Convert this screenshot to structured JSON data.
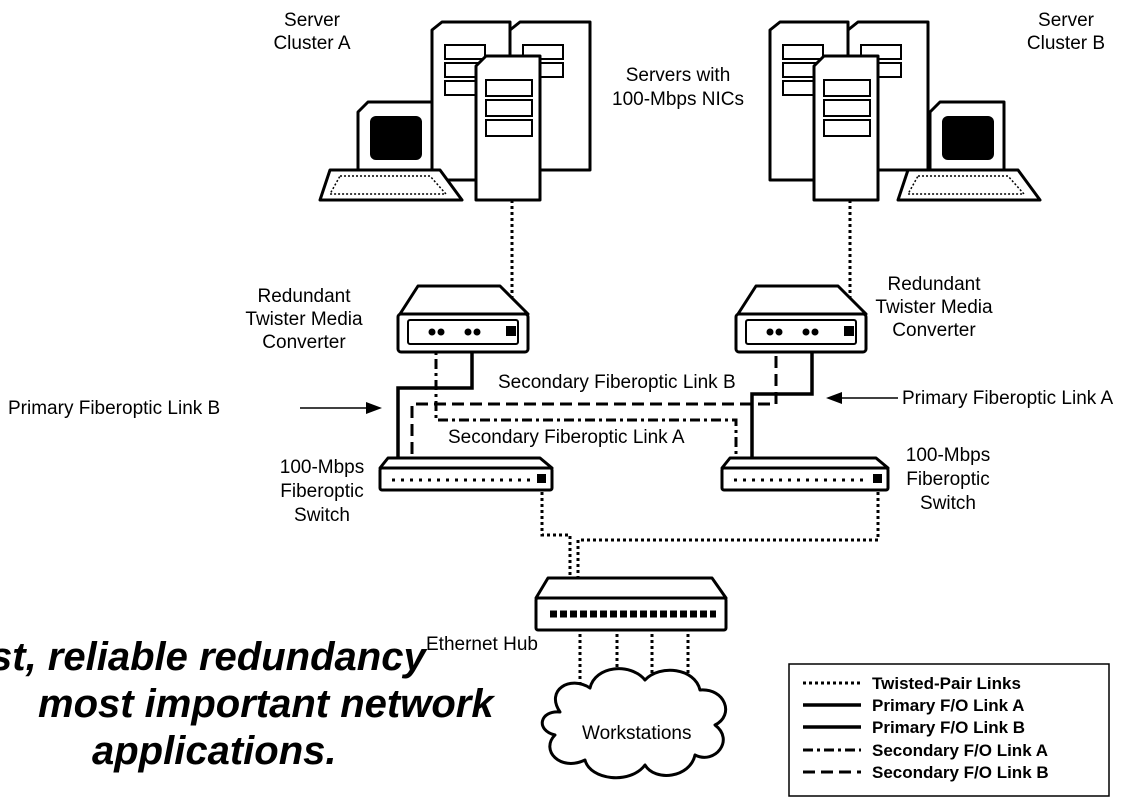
{
  "labels": {
    "cluster_a": [
      "Server",
      "Cluster A"
    ],
    "cluster_b": [
      "Server",
      "Cluster B"
    ],
    "servers": [
      "Servers with",
      "100-Mbps NICs"
    ],
    "converter_left": [
      "Redundant",
      "Twister Media",
      "Converter"
    ],
    "converter_right": [
      "Redundant",
      "Twister Media",
      "Converter"
    ],
    "switch_left": [
      "100-Mbps",
      "Fiberoptic",
      "Switch"
    ],
    "switch_right": [
      "100-Mbps",
      "Fiberoptic",
      "Switch"
    ],
    "primary_b": "Primary Fiberoptic Link B",
    "primary_a": "Primary Fiberoptic Link A",
    "secondary_b": "Secondary Fiberoptic Link B",
    "secondary_a": "Secondary Fiberoptic Link A",
    "hub": "Ethernet Hub",
    "workstations": "Workstations"
  },
  "tagline": [
    "st, reliable redundancy",
    "most important network",
    "applications."
  ],
  "legend": [
    {
      "style": "twisted",
      "label": "Twisted-Pair Links"
    },
    {
      "style": "primary",
      "label": "Primary F/O Link  A"
    },
    {
      "style": "primary",
      "label": "Primary F/O Link B"
    },
    {
      "style": "secondaryA",
      "label": "Secondary F/O Link  A"
    },
    {
      "style": "secondaryB",
      "label": "Secondary F/O Link B"
    }
  ]
}
